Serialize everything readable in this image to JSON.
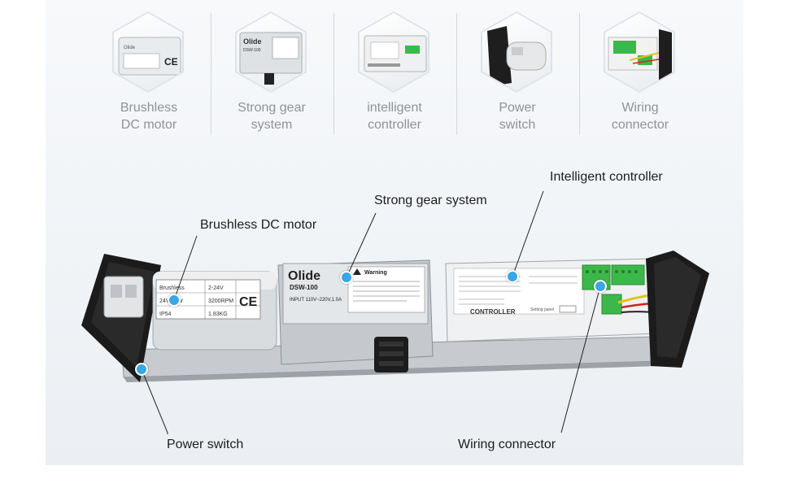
{
  "features": [
    {
      "label": "Brushless\nDC motor"
    },
    {
      "label": "Strong gear\nsystem"
    },
    {
      "label": "intelligent\ncontroller"
    },
    {
      "label": "Power\nswitch"
    },
    {
      "label": "Wiring\nconnector"
    }
  ],
  "callouts": {
    "intelligent_controller": "Intelligent controller",
    "strong_gear_system": "Strong gear system",
    "brushless_dc_motor": "Brushless DC motor",
    "power_switch": "Power switch",
    "wiring_connector": "Wiring connector"
  },
  "device": {
    "brand": "Olide",
    "model": "DSW-100",
    "warning_label": "Warning",
    "input_text": "INPUT 110V~220V,1.0A",
    "controller_label": "CONTROLLER",
    "setting_panel": "Setting panel",
    "motor_spec_1": "Brushless",
    "motor_spec_2": "2-24V",
    "motor_spec_3": "3200RPM",
    "motor_spec_4": "IP54",
    "motor_spec_5": "1.83KG",
    "motor_spec_6": "24V 60W",
    "ce_mark": "CE"
  },
  "colors": {
    "accent_dot": "#3aa6e6",
    "terminal_green": "#3cb84a",
    "metal": "#c9cdd1"
  }
}
